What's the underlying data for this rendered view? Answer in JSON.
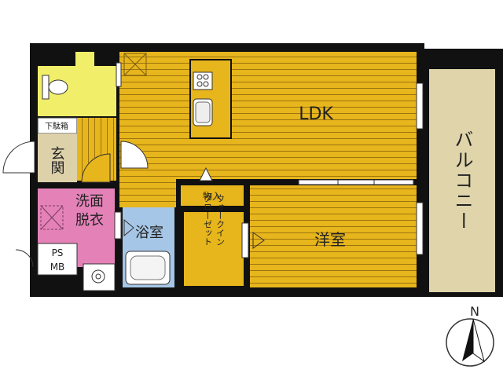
{
  "rooms": {
    "ldk": "LDK",
    "western_room": "洋室",
    "balcony": "バルコニー",
    "entrance": "玄関",
    "shoe_box": "下駄箱",
    "washroom_line1": "洗面",
    "washroom_line2": "脱衣",
    "bathroom": "浴室",
    "storage": "物入",
    "walk_in_closet": "ウォークイン\nクローゼット",
    "ps_line1": "PS",
    "ps_line2": "MB"
  },
  "compass": {
    "north": "N"
  },
  "colors": {
    "wall": "#111111",
    "floor_wood": "#e7b51c",
    "floor_line": "#9c7410",
    "toilet": "#f1ee6a",
    "washroom": "#e482b8",
    "bathroom": "#a5c6e6",
    "entrance": "#ddd1aa",
    "balcony": "#dfd4aa"
  }
}
